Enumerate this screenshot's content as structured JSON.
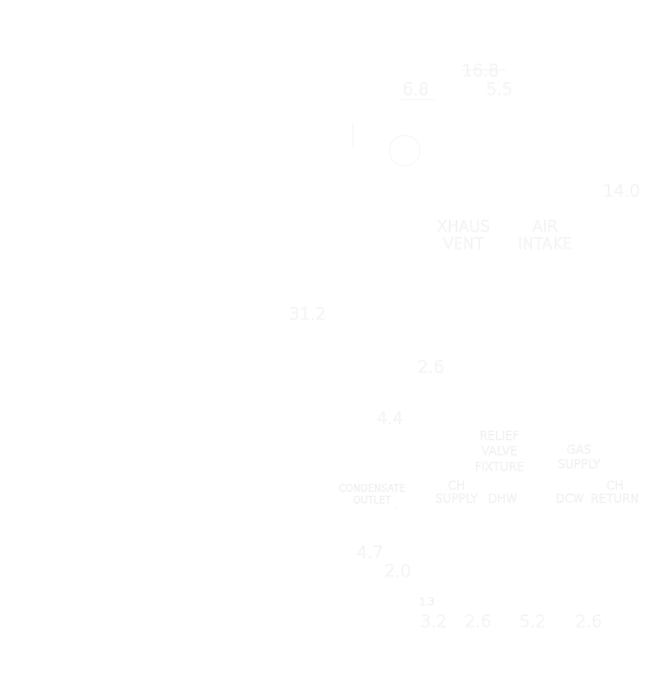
{
  "dimensions": {
    "top_total": "16.8",
    "top_left": "6.8",
    "top_right": "5.5",
    "right_offset": "14.0",
    "height_total": "31.2",
    "mid_offset": "2.6",
    "mid_lower": "4.4",
    "bottom_a": "4.7",
    "bottom_b": "2.0",
    "bottom_small": "1.3",
    "conn_1": "3.2",
    "conn_2": "2.6",
    "conn_3": "5.2",
    "conn_4": "2.6"
  },
  "labels": {
    "exhaust_vent_line1": "XHAUS",
    "exhaust_vent_line2": "VENT",
    "air_intake_line1": "AIR",
    "air_intake_line2": "INTAKE",
    "relief_line1": "RELIEF",
    "relief_line2": "VALVE",
    "relief_line3": "FIXTURE",
    "gas_line1": "GAS",
    "gas_line2": "SUPPLY",
    "condensate_line1": "CONDENSATE",
    "condensate_line2": "OUTLET",
    "ch_supply_line1": "CH",
    "ch_supply_line2": "SUPPLY",
    "dhw": "DHW",
    "dcw": "DCW",
    "ch_return_line1": "CH",
    "ch_return_line2": "RETURN"
  }
}
